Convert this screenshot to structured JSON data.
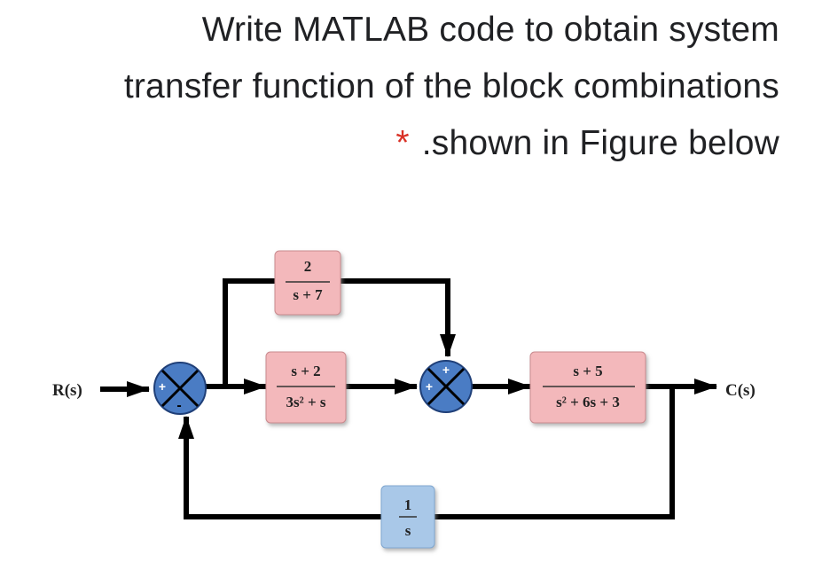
{
  "question": {
    "line1": "Write MATLAB code to obtain system",
    "line2": "transfer function of the block combinations",
    "required_marker": "*",
    "line3": ".shown in Figure below"
  },
  "diagram": {
    "input_label": "R(s)",
    "output_label": "C(s)",
    "blocks": {
      "feedforward": {
        "num": "2",
        "den": "s + 7"
      },
      "plant1": {
        "num": "s + 2",
        "den": "3s² + s"
      },
      "plant2": {
        "num": "s + 5",
        "den": "s² + 6s + 3"
      },
      "feedback": {
        "num": "1",
        "den": "s"
      }
    },
    "sum1_signs": {
      "input": "+",
      "feedback": "-"
    },
    "sum2_signs": {
      "top": "+",
      "input": "+"
    },
    "colors": {
      "pink_block": "#f3b8bb",
      "blue_block": "#a9c8e8",
      "summing_junction": "#4a7cc4",
      "wire": "#000000"
    }
  }
}
